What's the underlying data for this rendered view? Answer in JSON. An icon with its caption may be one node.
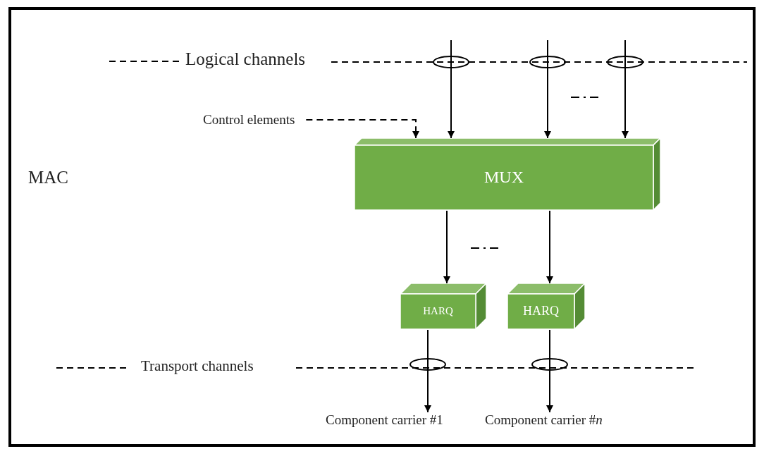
{
  "diagram": {
    "nodes": [
      {
        "text": [
          "MUX"
        ]
      },
      {
        "text": [
          "HARQ"
        ]
      },
      {
        "text": [
          "HARQ"
        ]
      },
      {
        "text": [
          "Control elements"
        ]
      },
      {
        "text": [
          "Component carrier #1"
        ]
      },
      {
        "text": [
          "Component carrier #*n*"
        ]
      }
    ],
    "edges": [
      {
        "from": 3,
        "to": 0,
        "arrow": "to",
        "style": "dashed"
      },
      {
        "from": null,
        "to": 0,
        "arrow": "to"
      },
      {
        "from": null,
        "to": 0,
        "arrow": "to"
      },
      {
        "from": null,
        "to": 0,
        "arrow": "to"
      },
      {
        "from": 0,
        "to": 1,
        "arrow": "to"
      },
      {
        "from": 0,
        "to": 2,
        "arrow": "to"
      },
      {
        "from": 1,
        "to": 4,
        "arrow": "to"
      },
      {
        "from": 2,
        "to": 5,
        "arrow": "to"
      }
    ],
    "labels": [
      "Logical channels",
      "MAC",
      "Transport channels"
    ]
  }
}
